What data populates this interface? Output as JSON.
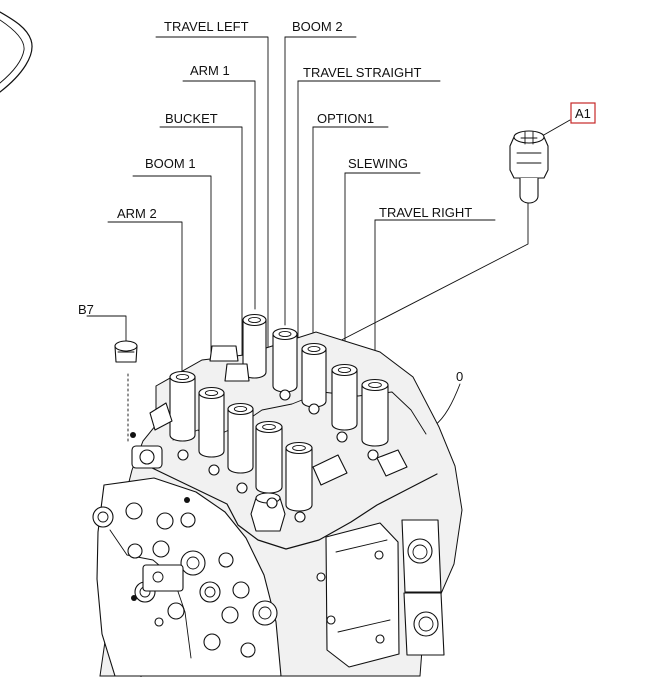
{
  "labels": {
    "travel_left": "TRAVEL LEFT",
    "boom_2": "BOOM 2",
    "arm_1": "ARM 1",
    "travel_straight": "TRAVEL STRAIGHT",
    "bucket": "BUCKET",
    "option1": "OPTION1",
    "boom_1": "BOOM 1",
    "slewing": "SLEWING",
    "arm_2": "ARM 2",
    "travel_right": "TRAVEL RIGHT",
    "a1": "A1",
    "b7": "B7",
    "zero": "0"
  },
  "colors": {
    "ink": "#111111",
    "highlight_box": "#c62828",
    "background": "#ffffff"
  }
}
